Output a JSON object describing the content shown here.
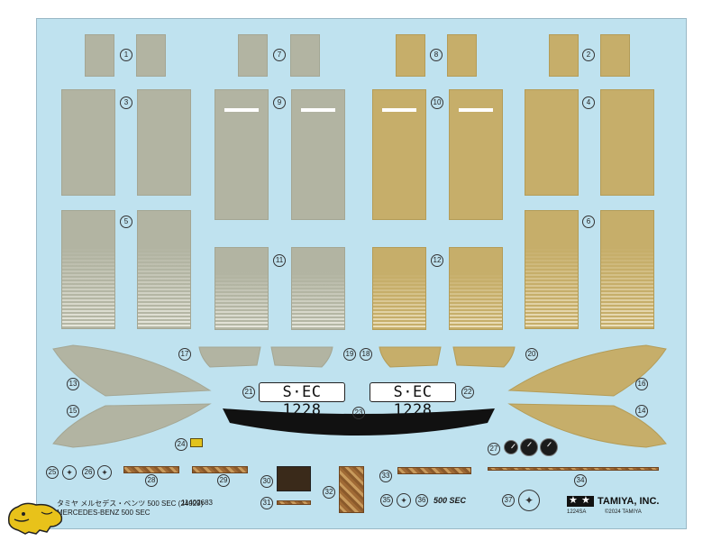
{
  "sheet": {
    "title_jp": "タミヤ メルセデス・ベンツ 500 SEC (24029)",
    "serial": "11402683",
    "title_en": "MERCEDES-BENZ 500 SEC",
    "brand": "TAMIYA, INC.",
    "code": "1224SA",
    "copyright": "©2024 TAMIYA",
    "license_plates": [
      "S·EC 1228",
      "S·EC 1228"
    ],
    "model_badge": "500 SEC"
  },
  "colors": {
    "background": "#bfe2ef",
    "grey": "#b2b4a2",
    "gold": "#c6ae6a",
    "black": "#111111",
    "wood": "#a06a35"
  },
  "numbers": [
    "1",
    "2",
    "3",
    "4",
    "5",
    "6",
    "7",
    "8",
    "9",
    "10",
    "11",
    "12",
    "13",
    "14",
    "15",
    "16",
    "17",
    "18",
    "19",
    "20",
    "21",
    "22",
    "23",
    "24",
    "25",
    "26",
    "27",
    "28",
    "29",
    "30",
    "31",
    "32",
    "33",
    "34",
    "35",
    "36",
    "37"
  ],
  "icons": [
    "tamiya-star-logo-icon",
    "mercedes-star-icon",
    "bear-logo-icon"
  ]
}
